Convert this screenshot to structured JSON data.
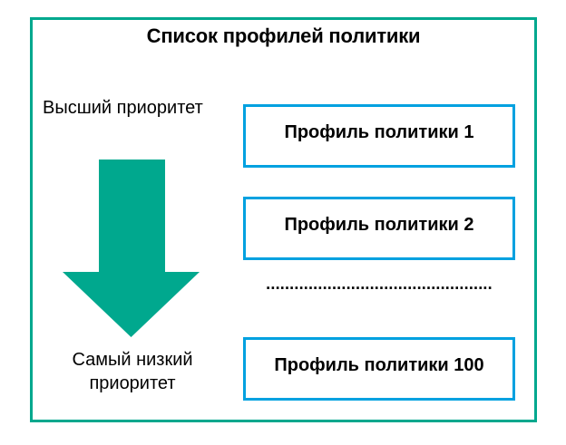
{
  "diagram": {
    "title": "Список профилей политики",
    "high_priority_label": "Высший приоритет",
    "low_priority_label": "Самый низкий приоритет",
    "profiles": [
      {
        "label": "Профиль политики 1"
      },
      {
        "label": "Профиль политики 2"
      },
      {
        "label": "Профиль политики 100"
      }
    ],
    "ellipsis": "................................................",
    "colors": {
      "frame_and_arrow_teal": "#00a88e",
      "profile_box_border_blue": "#00a1e0",
      "text": "#000000",
      "background": "#ffffff"
    }
  }
}
